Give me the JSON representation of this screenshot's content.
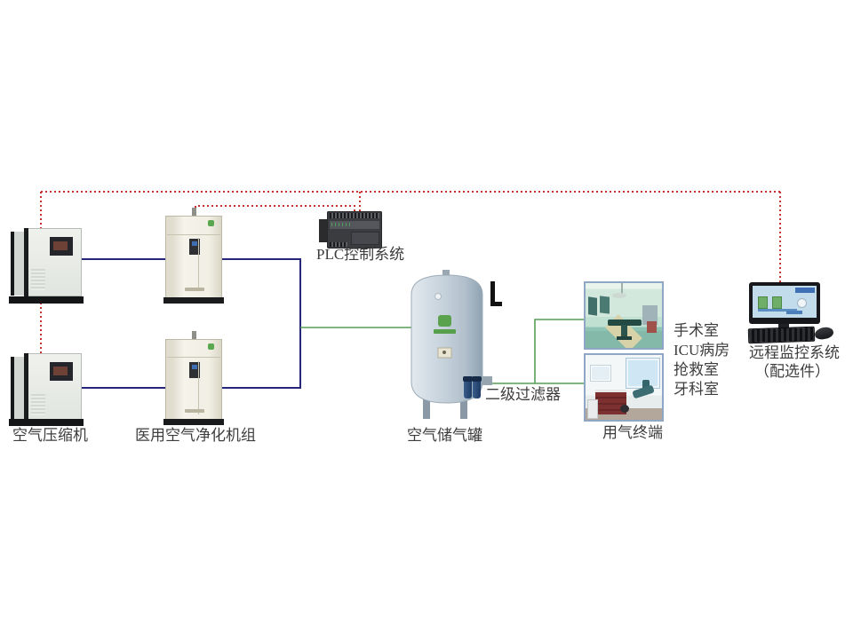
{
  "nodes": {
    "compressor": {
      "label": "空气压缩机",
      "count": 2
    },
    "purifier": {
      "label": "医用空气净化机组",
      "count": 2
    },
    "plc": {
      "label": "PLC控制系统"
    },
    "tank": {
      "label": "空气储气罐"
    },
    "filter": {
      "label": "二级过滤器"
    },
    "terminal": {
      "label": "用气终端",
      "rooms": [
        "手术室",
        "ICU病房",
        "抢救室",
        "牙科室"
      ]
    },
    "remote": {
      "label": "远程监控系统",
      "sublabel": "（配选件）"
    }
  },
  "colors": {
    "signal_dotted": "#c9302f",
    "pipe_navy": "#26267a",
    "pipe_green": "#569e57",
    "background": "#ffffff"
  }
}
